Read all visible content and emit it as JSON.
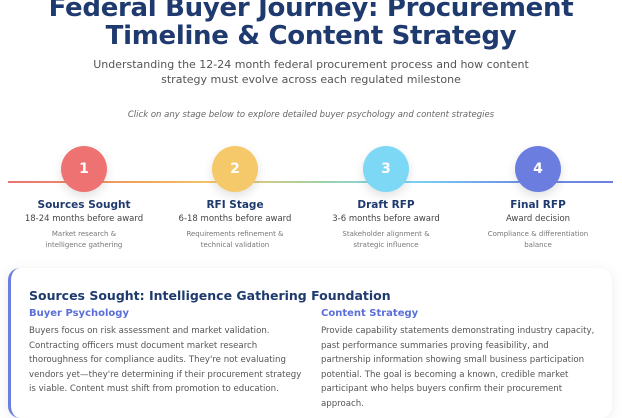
{
  "header": {
    "title": "Federal Buyer Journey: Procurement Timeline & Content Strategy",
    "subtitle": "Understanding the 12-24 month federal procurement process and how content strategy must evolve across each regulated milestone",
    "hint": "Click on any stage below to explore detailed buyer psychology and content strategies"
  },
  "timeline": {
    "gradient_colors": [
      "#ee7272",
      "#f5c86a",
      "#7dd8f5",
      "#6b7ee0"
    ],
    "stages": [
      {
        "number": "1",
        "title": "Sources Sought",
        "timing": "18-24 months before award",
        "description": "Market research & intelligence gathering",
        "color": "#ee7272"
      },
      {
        "number": "2",
        "title": "RFI Stage",
        "timing": "6-18 months before award",
        "description": "Requirements refinement & technical validation",
        "color": "#f5c86a"
      },
      {
        "number": "3",
        "title": "Draft RFP",
        "timing": "3-6 months before award",
        "description": "Stakeholder alignment & strategic influence",
        "color": "#7dd8f5"
      },
      {
        "number": "4",
        "title": "Final RFP",
        "timing": "Award decision",
        "description": "Compliance & differentiation balance",
        "color": "#6b7ee0"
      }
    ]
  },
  "detail_card": {
    "title": "Sources Sought: Intelligence Gathering Foundation",
    "accent_color": "#6b7ee0",
    "buyer_psychology": {
      "heading": "Buyer Psychology",
      "body": "Buyers focus on risk assessment and market validation. Contracting officers must document market research thoroughness for compliance audits. They're not evaluating vendors yet—they're determining if their procurement strategy is viable. Content must shift from promotion to education."
    },
    "content_strategy": {
      "heading": "Content Strategy",
      "body": "Provide capability statements demonstrating industry capacity, past performance summaries proving feasibility, and partnership information showing small business participation potential. The goal is becoming a known, credible market participant who helps buyers confirm their procurement approach."
    }
  }
}
